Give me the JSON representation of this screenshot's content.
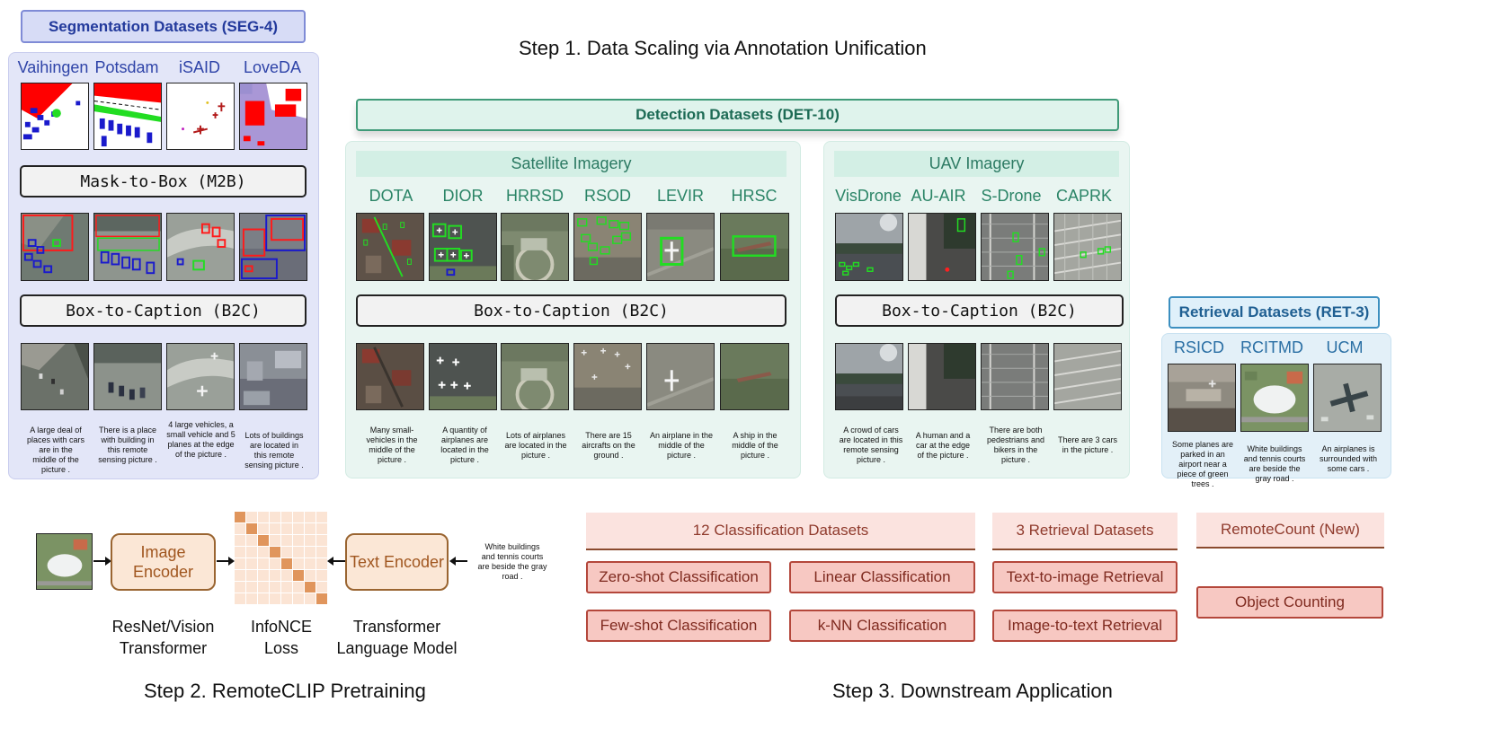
{
  "step1": {
    "title": "Step 1. Data Scaling via Annotation Unification"
  },
  "step2": {
    "title": "Step 2. RemoteCLIP Pretraining"
  },
  "step3": {
    "title": "Step 3. Downstream Application"
  },
  "seg": {
    "header": "Segmentation Datasets (SEG-4)",
    "datasets": [
      "Vaihingen",
      "Potsdam",
      "iSAID",
      "LoveDA"
    ],
    "m2b_label": "Mask-to-Box (M2B)",
    "b2c_label": "Box-to-Caption (B2C)",
    "captions": [
      "A large deal of places with cars are in the middle of the picture .",
      "There is a place with building in this remote sensing picture .",
      "4 large vehicles, a small vehicle and 5 planes at the edge of the picture .",
      "Lots of buildings are located in this remote sensing picture ."
    ]
  },
  "det": {
    "header": "Detection Datasets (DET-10)",
    "satellite": {
      "label": "Satellite Imagery",
      "datasets": [
        "DOTA",
        "DIOR",
        "HRRSD",
        "RSOD",
        "LEVIR",
        "HRSC"
      ],
      "b2c_label": "Box-to-Caption (B2C)",
      "captions": [
        "Many small-vehicles in the middle of the picture .",
        "A quantity of airplanes are located in the picture .",
        "Lots of airplanes are located in the picture .",
        "There are 15 aircrafts on the ground .",
        "An airplane in the middle of the picture .",
        "A ship in the middle of the picture ."
      ]
    },
    "uav": {
      "label": "UAV Imagery",
      "datasets": [
        "VisDrone",
        "AU-AIR",
        "S-Drone",
        "CAPRK"
      ],
      "b2c_label": "Box-to-Caption (B2C)",
      "captions": [
        "A crowd of cars are located in this remote sensing picture .",
        "A human and a car at the edge of the picture .",
        "There are both pedestrians and bikers in the picture .",
        "There are 3 cars in the picture ."
      ]
    }
  },
  "ret": {
    "header": "Retrieval Datasets (RET-3)",
    "datasets": [
      "RSICD",
      "RCITMD",
      "UCM"
    ],
    "captions": [
      "Some planes are parked in an airport near a piece of green trees .",
      "White buildings and tennis courts are beside the gray road .",
      "An airplanes is surrounded with some cars ."
    ]
  },
  "pretrain": {
    "image_encoder": "Image Encoder",
    "image_encoder_sub": "ResNet/Vision Transformer",
    "loss": "InfoNCE Loss",
    "text_encoder": "Text Encoder",
    "text_encoder_sub": "Transformer Language Model",
    "input_text": "White buildings and tennis courts are beside the gray road ."
  },
  "downstream": {
    "classification": {
      "label": "12 Classification Datasets",
      "tasks": [
        "Zero-shot Classification",
        "Linear Classification",
        "Few-shot Classification",
        "k-NN Classification"
      ]
    },
    "retrieval": {
      "label": "3 Retrieval Datasets",
      "tasks": [
        "Text-to-image Retrieval",
        "Image-to-text Retrieval"
      ]
    },
    "counting": {
      "label": "RemoteCount (New)",
      "tasks": [
        "Object Counting"
      ]
    }
  },
  "colors": {
    "seg_accent": "#233a9c",
    "det_accent": "#1d6b55",
    "ret_accent": "#1f5f92",
    "encoder_fill": "#fbe7d6",
    "task_fill": "#f7c8c2",
    "matrix_diag": "#e0955c",
    "matrix_cell": "#fbe4d4",
    "box_red": "#ff1a1a",
    "box_green": "#22dd22",
    "box_blue": "#1a1acc"
  }
}
